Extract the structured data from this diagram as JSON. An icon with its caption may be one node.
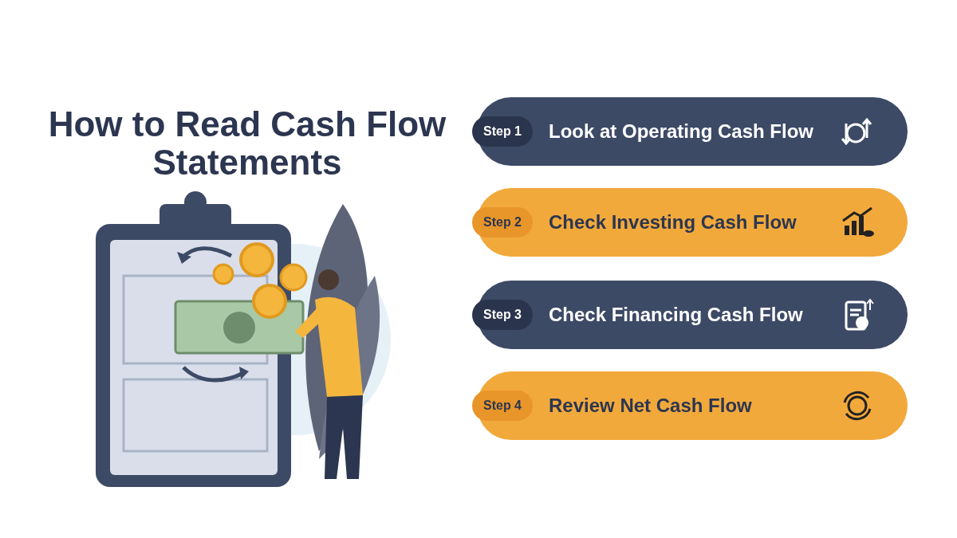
{
  "diagram": {
    "title": "How to Read Cash Flow Statements",
    "nodes": [
      {
        "text": [
          "Step 1",
          "Look at Operating Cash Flow"
        ]
      },
      {
        "text": [
          "Step 2",
          "Check Investing Cash Flow"
        ]
      },
      {
        "text": [
          "Step 3",
          "Check Financing Cash Flow"
        ]
      },
      {
        "text": [
          "Step 4",
          "Review Net Cash Flow"
        ]
      }
    ],
    "edges": []
  }
}
